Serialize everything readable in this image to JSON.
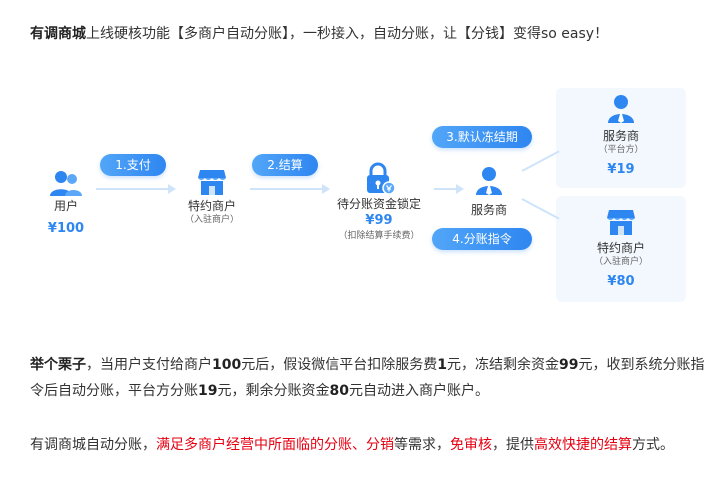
{
  "intro": {
    "strong": "有调商城",
    "text": "上线硬核功能【多商户自动分账】，一秒接入，自动分账，让【分钱】变得so easy！"
  },
  "diagram": {
    "steps": {
      "pay": "1.支付",
      "settle": "2.结算",
      "freeze": "3.默认冻结期",
      "split": "4.分账指令"
    },
    "user": {
      "name": "用户",
      "amount": "¥100"
    },
    "merchant": {
      "name": "特约商户",
      "sub": "（入驻商户）"
    },
    "pending": {
      "name": "待分账资金锁定",
      "amount": "¥99",
      "sub": "（扣除结算手续费）"
    },
    "provider": {
      "name": "服务商"
    },
    "provider_card": {
      "name": "服务商",
      "sub": "（平台方）",
      "amount": "¥19"
    },
    "merchant_card": {
      "name": "特约商户",
      "sub": "（入驻商户）",
      "amount": "¥80"
    }
  },
  "example": {
    "strong": "举个栗子",
    "s1": "，当用户支付给商户",
    "b1": "100",
    "s2": "元后，假设微信平台扣除服务费",
    "b2": "1",
    "s3": "元，冻结剩余资金",
    "b3": "99",
    "s4": "元，收到系统分账指令后自动分账，平台方分账",
    "b4": "19",
    "s5": "元，剩余分账资金",
    "b5": "80",
    "s6": "元自动进入商户账户。"
  },
  "summary": {
    "s1": "有调商城自动分账，",
    "r1": "满足多商户经营中所面临的分账、分销",
    "s2": "等需求，",
    "r2": "免审核",
    "s3": "，提供",
    "r3": "高效快捷的结算",
    "s4": "方式。"
  },
  "colors": {
    "accent": "#2e86f0",
    "highlight": "#e60012",
    "arrow": "#cfe3fb",
    "card": "#f3f8fe"
  }
}
